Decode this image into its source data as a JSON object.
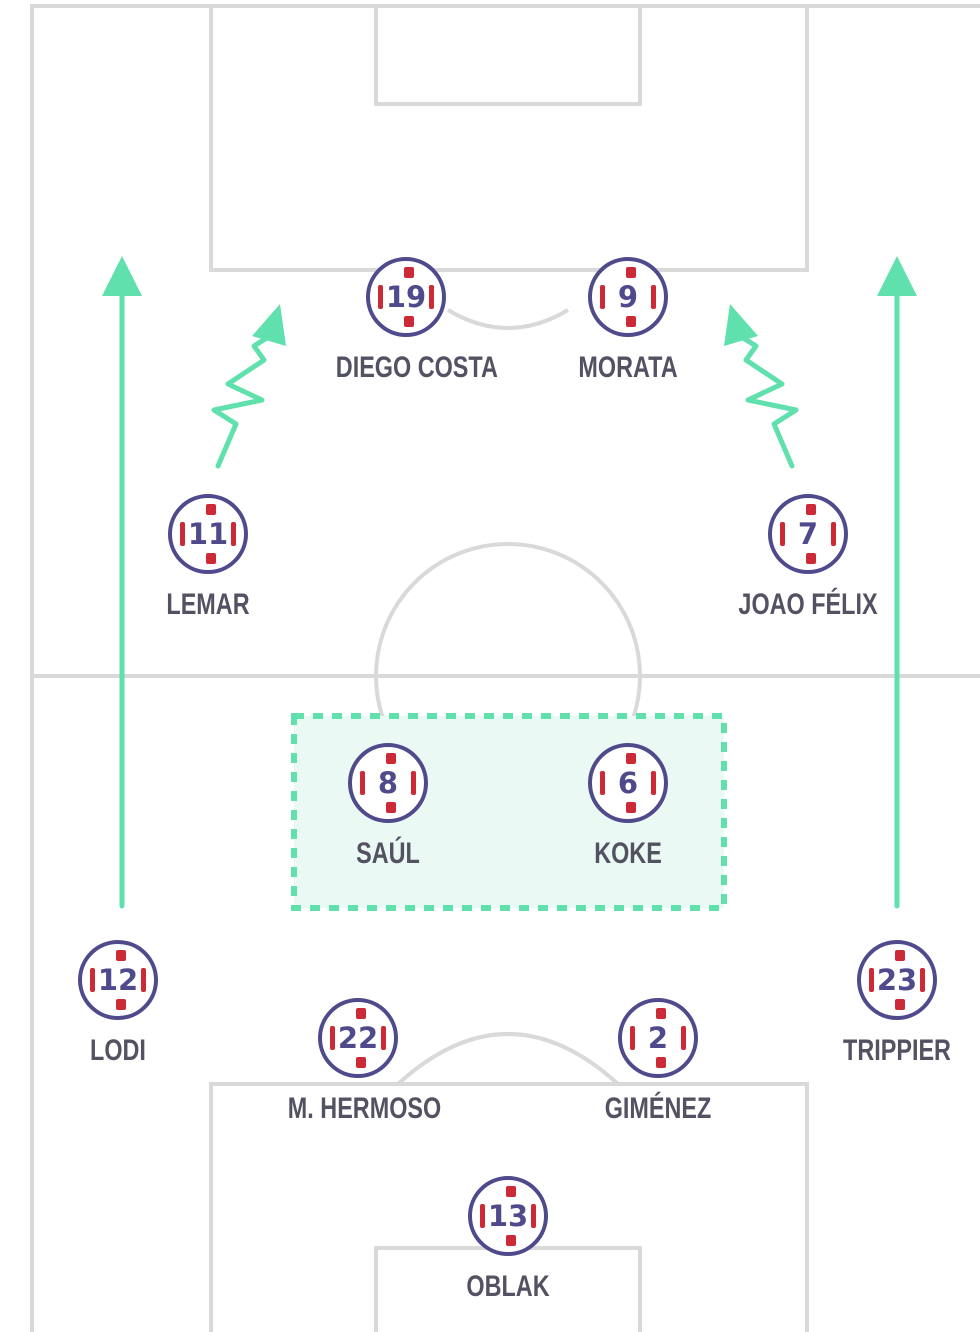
{
  "formation": {
    "players": [
      {
        "number": "19",
        "name": "DIEGO COSTA"
      },
      {
        "number": "9",
        "name": "MORATA"
      },
      {
        "number": "11",
        "name": "LEMAR"
      },
      {
        "number": "7",
        "name": "JOAO FÉLIX"
      },
      {
        "number": "8",
        "name": "SAÚL"
      },
      {
        "number": "6",
        "name": "KOKE"
      },
      {
        "number": "12",
        "name": "LODI"
      },
      {
        "number": "23",
        "name": "TRIPPIER"
      },
      {
        "number": "22",
        "name": "M. HERMOSO"
      },
      {
        "number": "2",
        "name": "GIMÉNEZ"
      },
      {
        "number": "13",
        "name": "OBLAK"
      }
    ]
  },
  "colors": {
    "pitch_lines": "#d9d9d9",
    "arrows": "#5fe0ac",
    "zone_fill": "#eaf9f3",
    "badge_ring": "#4f4a8c",
    "badge_stripes": "#cc2a36",
    "name_text": "#525262"
  }
}
